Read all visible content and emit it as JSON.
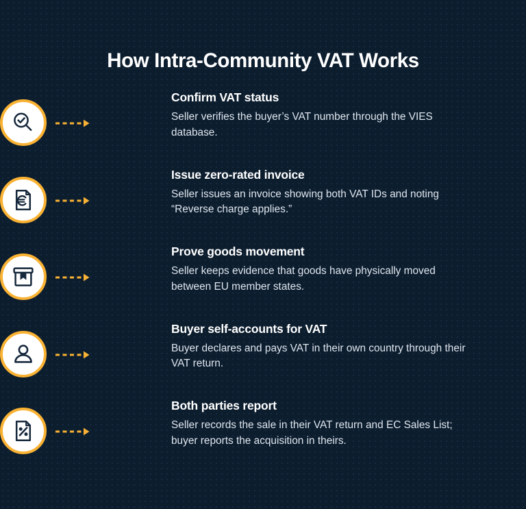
{
  "page": {
    "title": "How Intra-Community VAT Works",
    "background_color": "#0c1d2e",
    "accent_color": "#f9b233",
    "icon_color": "#16283c",
    "icon_bg_color": "#ffffff",
    "title_color": "#ffffff",
    "body_text_color": "#dfe6ee"
  },
  "steps": [
    {
      "icon": "magnifier-check-icon",
      "connector": "dashed-arrow-right-icon",
      "title": "Confirm VAT status",
      "description": "Seller verifies the buyer’s VAT number through the VIES database."
    },
    {
      "icon": "document-euro-icon",
      "connector": "dashed-arrow-right-icon",
      "title": "Issue zero-rated invoice",
      "description": "Seller issues an invoice showing both VAT IDs and noting “Reverse charge applies.”"
    },
    {
      "icon": "package-box-icon",
      "connector": "dashed-arrow-right-icon",
      "title": "Prove goods movement",
      "description": "Seller keeps evidence that goods have physically moved between EU member states."
    },
    {
      "icon": "person-icon",
      "connector": "dashed-arrow-right-icon",
      "title": "Buyer self-accounts for VAT",
      "description": "Buyer declares and pays VAT in their own country through their VAT return."
    },
    {
      "icon": "document-percent-icon",
      "connector": "dashed-arrow-right-icon",
      "title": "Both parties report",
      "description": "Seller records the sale in their VAT return and EC Sales List; buyer reports the acquisition in theirs."
    }
  ]
}
